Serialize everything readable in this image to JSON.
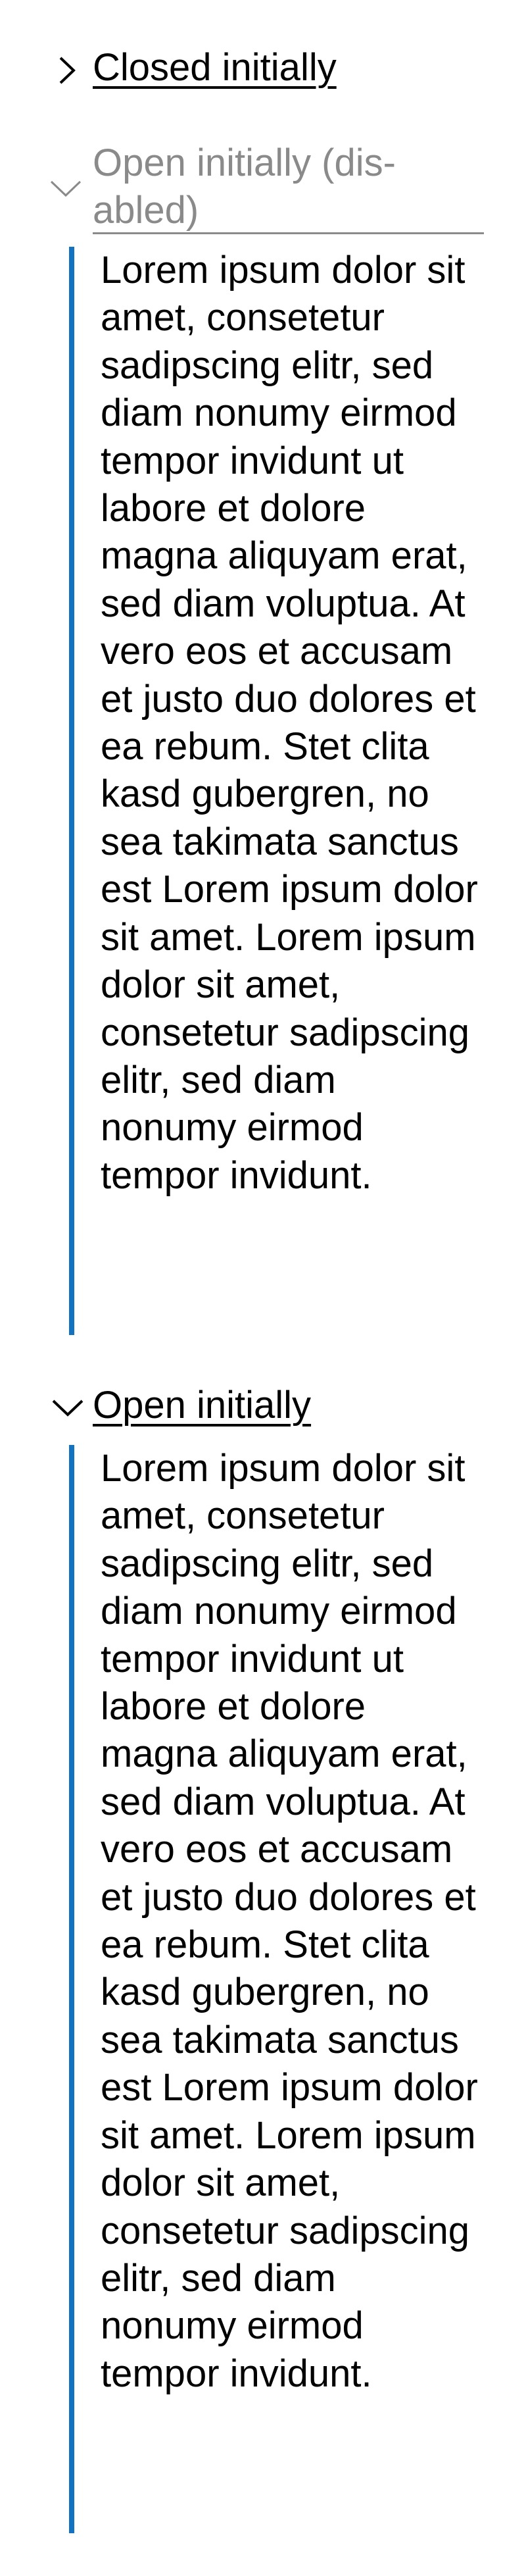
{
  "accordion": {
    "items": [
      {
        "title": "Closed initially",
        "state": "closed",
        "disabled": false,
        "icon": "chevron-right-icon"
      },
      {
        "title": "Open initially (dis­abled)",
        "state": "open",
        "disabled": true,
        "icon": "chevron-down-icon",
        "content": "Lorem ipsum dolor sit amet, consetetur sadipscing elitr, sed diam nonumy eir­mod tempor in­vidunt ut labore et dolore magna aliquyam erat, sed diam voluptua. At vero eos et ac­cusam et justo duo dolores et ea re­bum. Stet clita kasd gubergren, no sea takimata sanctus est Lorem ipsum dolor sit amet. Lorem ipsum dolor sit amet, consetetur sadipscing elitr, sed diam nonumy eir­mod tempor in­vidunt."
      },
      {
        "title": "Open initially",
        "state": "open",
        "disabled": false,
        "icon": "chevron-down-icon",
        "content": "Lorem ipsum dolor sit amet, consetetur sadipscing elitr, sed diam nonumy eir­mod tempor in­vidunt ut labore et dolore magna aliquyam erat, sed diam voluptua. At vero eos et ac­cusam et justo duo dolores et ea re­bum. Stet clita kasd gubergren, no sea takimata sanctus est Lorem ipsum dolor sit amet. Lorem ipsum dolor sit amet, consetetur sadipscing elitr, sed diam nonumy eir­mod tempor in­vidunt."
      }
    ],
    "colors": {
      "accent_border": "#1473c0",
      "disabled_text": "#8a8a8a",
      "text": "#000000"
    }
  }
}
